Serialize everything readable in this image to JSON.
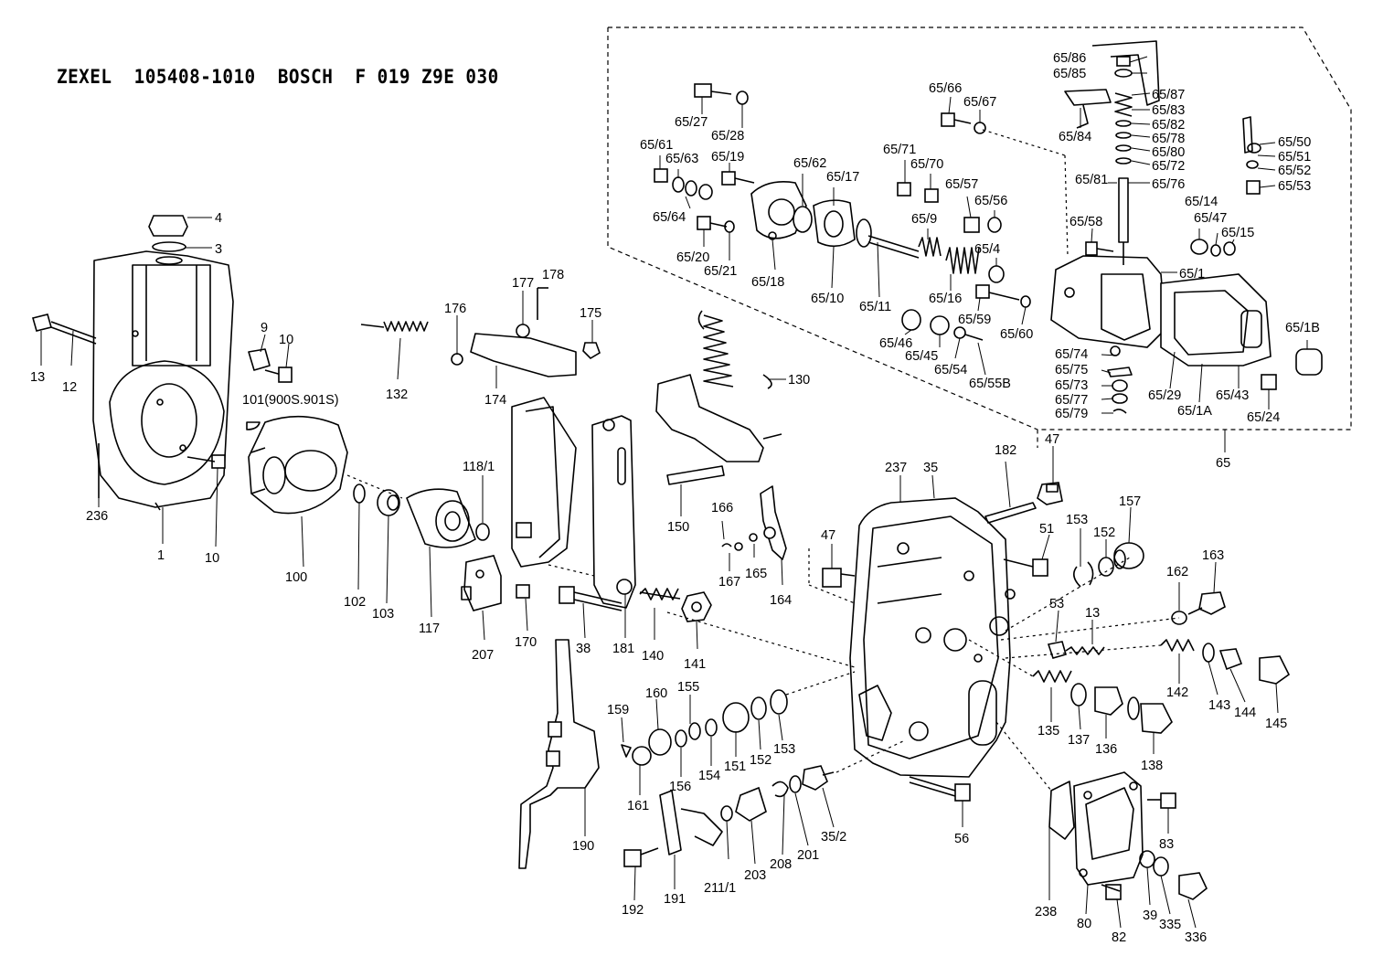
{
  "header": {
    "title": "ZEXEL  105408-1010  BOSCH  F 019 Z9E 030"
  },
  "labels": {
    "l4": "4",
    "l3": "3",
    "l13a": "13",
    "l12": "12",
    "l9": "9",
    "l10a": "10",
    "l101": "101(900S.901S)",
    "l236": "236",
    "l1": "1",
    "l10b": "10",
    "l100": "100",
    "l102": "102",
    "l103": "103",
    "l117": "117",
    "l132": "132",
    "l176": "176",
    "l177": "177",
    "l178": "178",
    "l175": "175",
    "l174": "174",
    "l118": "118/1",
    "l207": "207",
    "l170": "170",
    "l38": "38",
    "l181": "181",
    "l140": "140",
    "l141": "141",
    "l130": "130",
    "l150": "150",
    "l166": "166",
    "l167": "167",
    "l165": "165",
    "l164": "164",
    "l47a": "47",
    "l237": "237",
    "l35": "35",
    "l182": "182",
    "l47b": "47",
    "l51": "51",
    "l153a": "153",
    "l152a": "152",
    "l157": "157",
    "l53": "53",
    "l13b": "13",
    "l162": "162",
    "l163": "163",
    "l142": "142",
    "l143": "143",
    "l144": "144",
    "l145": "145",
    "l135": "135",
    "l137": "137",
    "l136": "136",
    "l138": "138",
    "l159": "159",
    "l160": "160",
    "l155": "155",
    "l161": "161",
    "l156": "156",
    "l154": "154",
    "l151": "151",
    "l152b": "152",
    "l153b": "153",
    "l190": "190",
    "l192": "192",
    "l191": "191",
    "l2111": "211/1",
    "l203": "203",
    "l208": "208",
    "l201": "201",
    "l352": "35/2",
    "l56": "56",
    "l83": "83",
    "l238": "238",
    "l80": "80",
    "l82": "82",
    "l39": "39",
    "l335": "335",
    "l336": "336",
    "l65": "65",
    "s27": "65/27",
    "s28": "65/28",
    "s61": "65/61",
    "s63": "65/63",
    "s19": "65/19",
    "s64": "65/64",
    "s20": "65/20",
    "s21": "65/21",
    "s18": "65/18",
    "s62": "65/62",
    "s17": "65/17",
    "s10": "65/10",
    "s11": "65/11",
    "s71": "65/71",
    "s70": "65/70",
    "s66": "65/66",
    "s67": "65/67",
    "s57": "65/57",
    "s56": "65/56",
    "s9": "65/9",
    "s16": "65/16",
    "s4": "65/4",
    "s46": "65/46",
    "s45": "65/45",
    "s59": "65/59",
    "s54": "65/54",
    "s55b": "65/55B",
    "s60": "65/60",
    "s86": "65/86",
    "s85": "65/85",
    "s87": "65/87",
    "s83": "65/83",
    "s84": "65/84",
    "s82": "65/82",
    "s78": "65/78",
    "s80": "65/80",
    "s72": "65/72",
    "s81": "65/81",
    "s76": "65/76",
    "s58": "65/58",
    "s14": "65/14",
    "s47": "65/47",
    "s15": "65/15",
    "s1": "65/1",
    "s50": "65/50",
    "s51": "65/51",
    "s52": "65/52",
    "s53": "65/53",
    "s1b": "65/1B",
    "s74": "65/74",
    "s75": "65/75",
    "s73": "65/73",
    "s77": "65/77",
    "s79": "65/79",
    "s29": "65/29",
    "s1a": "65/1A",
    "s43": "65/43",
    "s24": "65/24"
  }
}
